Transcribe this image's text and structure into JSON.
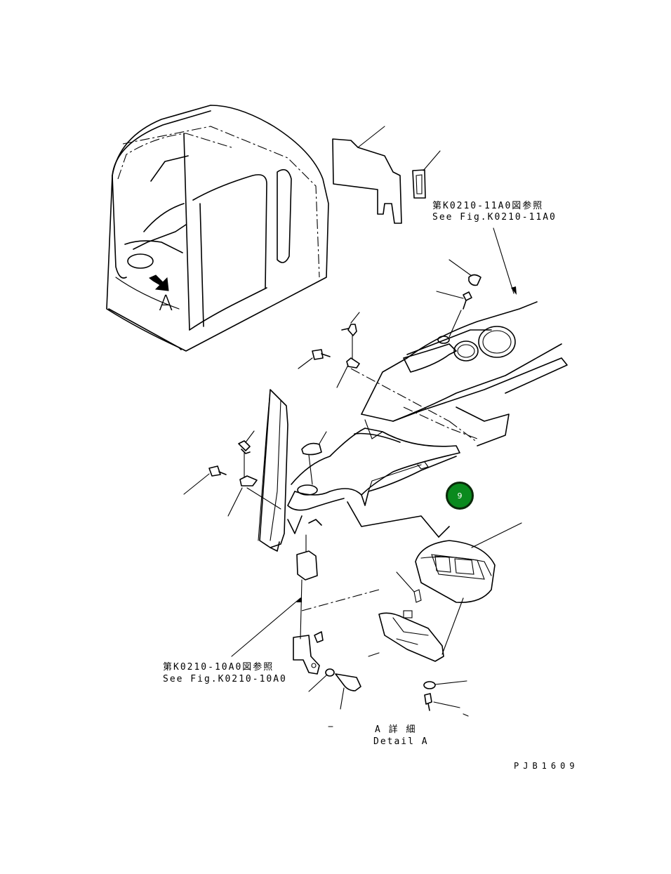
{
  "view_label": "A",
  "ref_upper": {
    "jp": "第K0210-11A0図参照",
    "en": "See Fig.K0210-11A0"
  },
  "ref_lower": {
    "jp": "第K0210-10A0図参照",
    "en": "See Fig.K0210-10A0"
  },
  "detail": {
    "jp": "A 詳 細",
    "en": "Detail A"
  },
  "drawing_code": "PJB1609",
  "callout": {
    "number": "9",
    "color": "#0a8a1e"
  }
}
